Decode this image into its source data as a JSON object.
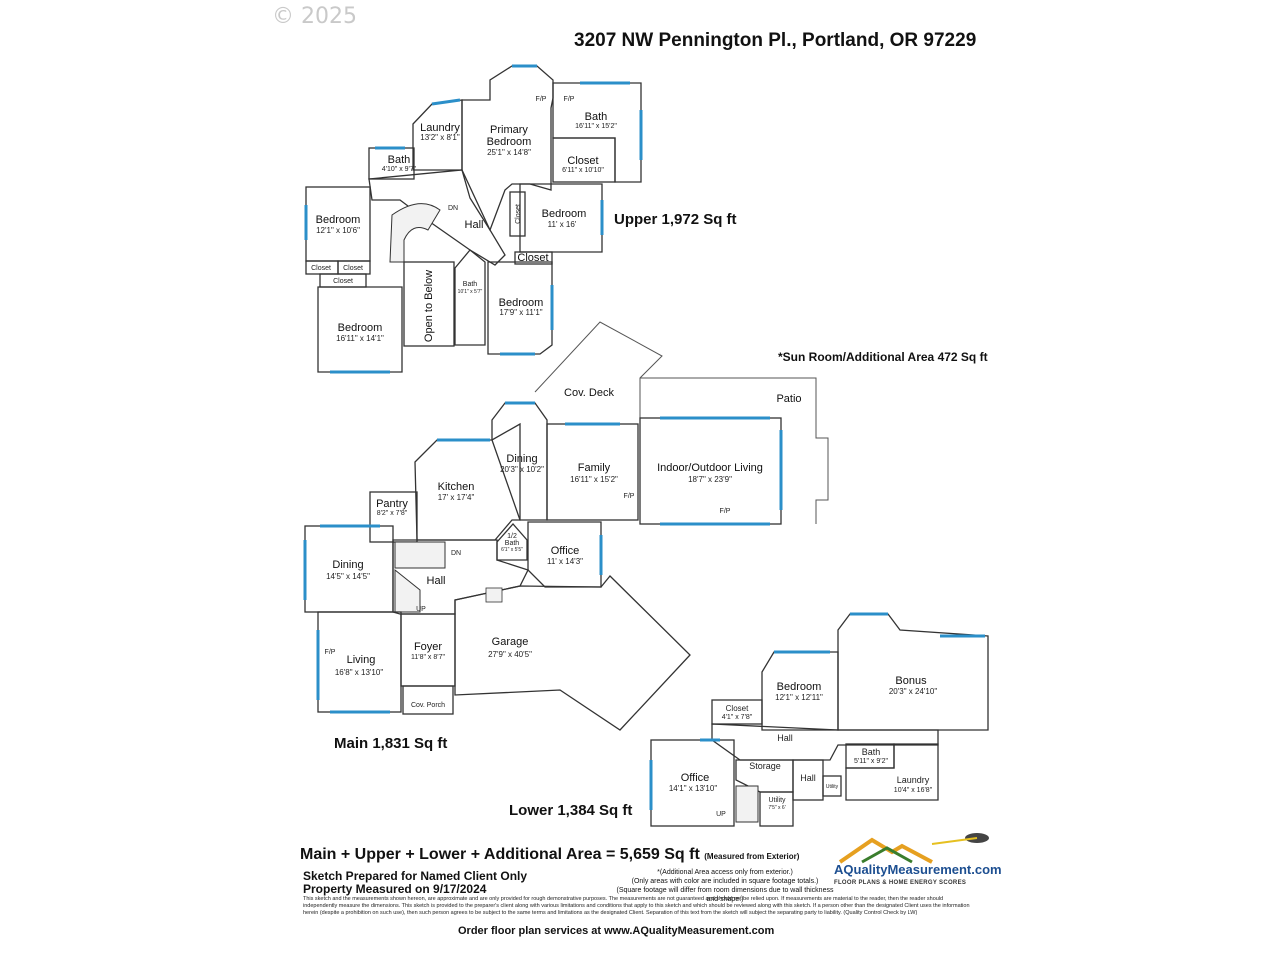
{
  "copyright": "© 2025",
  "address": "3207 NW Pennington Pl., Portland, OR 97229",
  "floors": {
    "upper": "Upper  1,972 Sq ft",
    "main": "Main  1,831 Sq ft",
    "lower": "Lower  1,384 Sq ft"
  },
  "sun_room_note": "*Sun Room/Additional Area  472 Sq ft",
  "rooms": {
    "upper": {
      "laundry": {
        "name": "Laundry",
        "dim": "13'2\" x 8'1\""
      },
      "primary_bedroom": {
        "name1": "Primary",
        "name2": "Bedroom",
        "dim": "25'1\" x 14'8\""
      },
      "primary_bath": {
        "name": "Bath",
        "dim": "16'11\" x 15'2\""
      },
      "primary_closet": {
        "name": "Closet",
        "dim": "6'11\" x 10'10\""
      },
      "bath_small": {
        "name": "Bath",
        "dim": "4'10\" x 9'7\""
      },
      "bedroom_west": {
        "name": "Bedroom",
        "dim": "12'1\" x 10'6\""
      },
      "hall": {
        "name": "Hall"
      },
      "dn": "DN",
      "bedroom_east": {
        "name": "Bedroom",
        "dim": "11' x 16'"
      },
      "closet_vertical": "Closet",
      "closet_a": "Closet",
      "closet_b": "Closet",
      "closet_c": "Closet",
      "closet_d": "Closet",
      "bath_mid": {
        "name": "Bath",
        "dim": "10'1\" x 5'7\""
      },
      "bedroom_south": {
        "name": "Bedroom",
        "dim": "17'9\" x 11'1\""
      },
      "bedroom_sw": {
        "name": "Bedroom",
        "dim": "16'11\" x 14'1\""
      },
      "open_to_below": "Open to Below",
      "fp_a": "F/P",
      "fp_b": "F/P"
    },
    "main": {
      "cov_deck": "Cov. Deck",
      "patio": "Patio",
      "dining_n": {
        "name": "Dining",
        "dim": "20'3\" x 10'2\""
      },
      "family": {
        "name": "Family",
        "dim": "16'11\" x 15'2\""
      },
      "indoor_outdoor": {
        "name": "Indoor/Outdoor Living",
        "dim": "18'7\" x 23'9\""
      },
      "kitchen": {
        "name": "Kitchen",
        "dim": "17' x 17'4\""
      },
      "pantry": {
        "name": "Pantry",
        "dim": "8'2\" x 7'8\""
      },
      "dining_w": {
        "name": "Dining",
        "dim": "14'5\" x 14'5\""
      },
      "half_bath": {
        "name1": "1/2",
        "name2": "Bath",
        "dim": "6'1\" x 5'5\""
      },
      "office": {
        "name": "Office",
        "dim": "11' x 14'3\""
      },
      "hall": "Hall",
      "dn": "DN",
      "up": "UP",
      "garage": {
        "name": "Garage",
        "dim": "27'9\" x 40'5\""
      },
      "living": {
        "name": "Living",
        "dim": "16'8\" x 13'10\""
      },
      "foyer": {
        "name": "Foyer",
        "dim": "11'8\" x 8'7\""
      },
      "cov_porch": "Cov. Porch",
      "fp_family": "F/P",
      "fp_indoor": "F/P",
      "fp_living": "F/P"
    },
    "lower": {
      "bonus": {
        "name": "Bonus",
        "dim": "20'3\" x 24'10\""
      },
      "bedroom": {
        "name": "Bedroom",
        "dim": "12'1\" x 12'11\""
      },
      "closet": {
        "name": "Closet",
        "dim": "4'1\" x 7'8\""
      },
      "hall_a": "Hall",
      "hall_b": "Hall",
      "bath": {
        "name": "Bath",
        "dim": "5'11\" x 9'2\""
      },
      "laundry": {
        "name": "Laundry",
        "dim": "10'4\" x 16'8\""
      },
      "office": {
        "name": "Office",
        "dim": "14'1\" x 13'10\""
      },
      "storage": "Storage",
      "utility": {
        "name": "Utility",
        "dim": "7'5\" x 6'"
      },
      "utility_small": "Utility",
      "up": "UP"
    }
  },
  "footer": {
    "total": "Main + Upper + Lower + Additional Area = 5,659 Sq ft",
    "total_note": "(Measured from Exterior)",
    "sketch_line1": "Sketch Prepared for Named Client Only",
    "sketch_line2": "Property Measured on 9/17/2024",
    "note1": "*(Additional Area access only from exterior.)",
    "note2": "(Only areas with color are included in square footage totals.)",
    "note3": "(Square footage will differ from room dimensions due to wall thickness and shape.)",
    "legal": "This sketch and the measurements shown hereon, are approximate and are only provided for rough demonstrative purposes. The measurements are not guaranteed and should not be relied upon. If measurements are material to the reader, then the reader should independently measure the dimensions. This sketch is provided to the preparer's client along with various limitations and conditions that apply to this sketch and which should be reviewed along with this sketch. If a person other than the designated Client uses the information herein (despite a prohibition on such use), then such person agrees to be subject to the same terms and limitations as the designated Client. Separation of this text from the sketch will subject the separating party to liability. (Quality Control Check by LW)",
    "order": "Order floor plan services at www.AQualityMeasurement.com",
    "logo_name": "AQualityMeasurement.com",
    "logo_tag": "FLOOR PLANS & HOME ENERGY SCORES"
  },
  "colors": {
    "bedroom": "#fbeecb",
    "bath": "#bcdcf3",
    "closet": "#dcd6d2",
    "kitchen": "#e3f2e0",
    "dining_n": "#e6dbcb",
    "foyer": "#d4d4d4",
    "window": "#2b8fc9"
  }
}
